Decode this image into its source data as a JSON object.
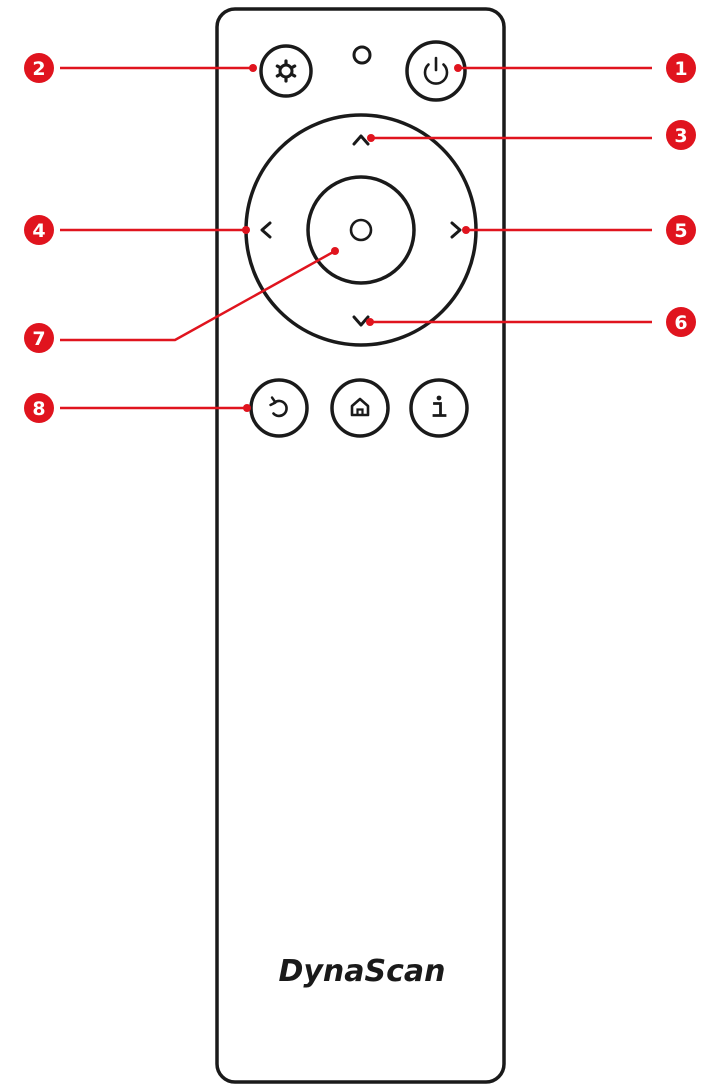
{
  "remote": {
    "brand": "DynaScan",
    "buttons": {
      "settings": {
        "icon": "gear-icon"
      },
      "indicator": {
        "icon": "led-indicator-icon"
      },
      "power": {
        "icon": "power-icon"
      },
      "up": {
        "icon": "chevron-up-icon",
        "glyph": "^"
      },
      "left": {
        "icon": "chevron-left-icon",
        "glyph": "<"
      },
      "right": {
        "icon": "chevron-right-icon",
        "glyph": ">"
      },
      "down": {
        "icon": "chevron-down-icon",
        "glyph": "v"
      },
      "ok": {
        "icon": "ok-circle-icon"
      },
      "back": {
        "icon": "back-arrow-icon"
      },
      "home": {
        "icon": "home-icon"
      },
      "info": {
        "icon": "info-icon",
        "glyph": "i"
      }
    }
  },
  "callouts": [
    {
      "number": "1",
      "target": "power"
    },
    {
      "number": "2",
      "target": "settings"
    },
    {
      "number": "3",
      "target": "up"
    },
    {
      "number": "4",
      "target": "left"
    },
    {
      "number": "5",
      "target": "right"
    },
    {
      "number": "6",
      "target": "down"
    },
    {
      "number": "7",
      "target": "ok"
    },
    {
      "number": "8",
      "target": "back"
    }
  ],
  "colors": {
    "callout": "#e0141e",
    "outline": "#1a1a1a",
    "background": "#ffffff"
  }
}
